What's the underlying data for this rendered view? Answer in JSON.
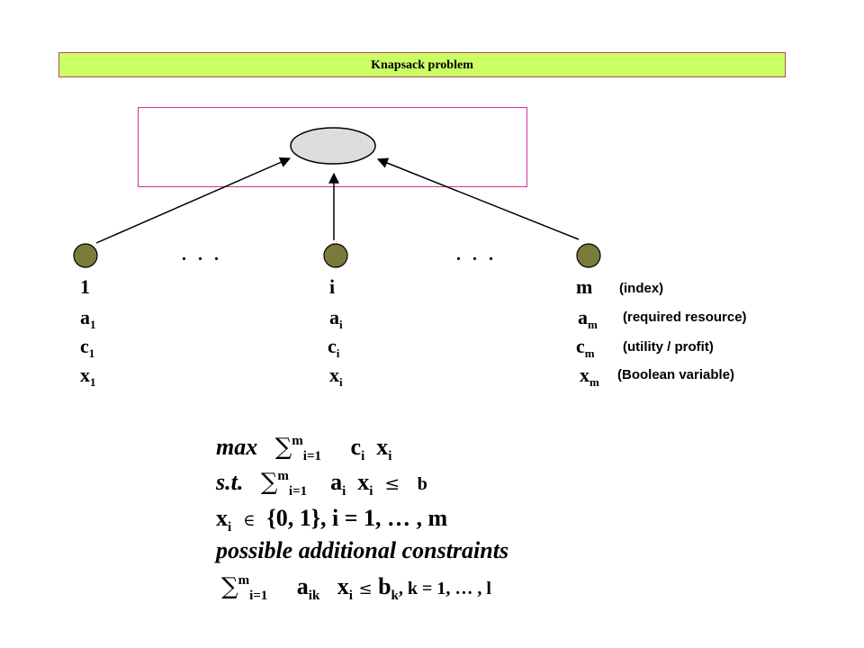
{
  "title": "Knapsack problem",
  "items": {
    "first": {
      "index": "1",
      "a": "a",
      "a_sub": "1",
      "c": "c",
      "c_sub": "1",
      "x": "x",
      "x_sub": "1"
    },
    "middle": {
      "index": "i",
      "a": "a",
      "a_sub": "i",
      "c": "c",
      "c_sub": "i",
      "x": "x",
      "x_sub": "i"
    },
    "last": {
      "index": "m",
      "a": "a",
      "a_sub": "m",
      "c": "c",
      "c_sub": "m",
      "x": "x",
      "x_sub": "m"
    }
  },
  "annotations": {
    "index": "(index)",
    "a": "(required resource)",
    "c": "(utility / profit)",
    "x": "(Boolean variable)"
  },
  "ellipsis": ". . .",
  "formulas": {
    "max": "max",
    "st": "s.t.",
    "sum": "∑",
    "sup_m": "m",
    "sub_i1": "i=1",
    "c": "c",
    "x": "x",
    "i": "i",
    "a": "a",
    "ik": "ik",
    "k": "k",
    "leq": "≤",
    "in": "∈",
    "b": "b",
    "domain_rest": "{0, 1},  i = 1, … , m",
    "additional": "possible additional constraints",
    "k_range": ",  k = 1, … , l"
  },
  "colors": {
    "title_bg": "#ccff66",
    "box_border": "#cc3399",
    "node_fill": "#7a7a3a",
    "target_fill": "#dddddd"
  }
}
